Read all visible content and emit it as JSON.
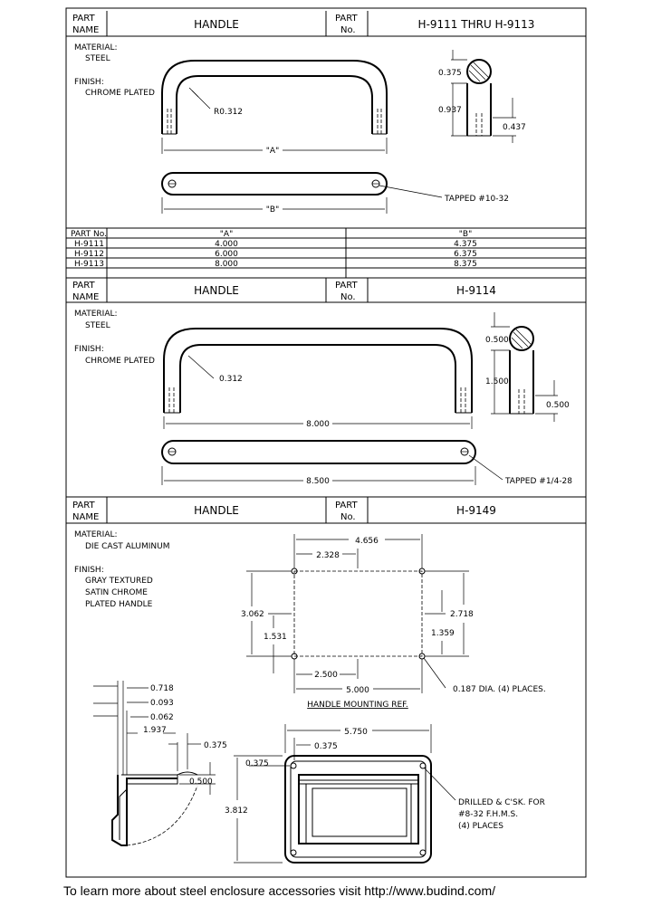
{
  "labels": {
    "part": "PART",
    "name": "NAME",
    "no": "No.",
    "material": "MATERIAL:",
    "finish": "FINISH:"
  },
  "block1": {
    "name": "HANDLE",
    "number": "H-9111  THRU  H-9113",
    "material": "STEEL",
    "finish": "CHROME PLATED",
    "radius": "R0.312",
    "dim_a": "\"A\"",
    "dim_b": "\"B\"",
    "tapped": "TAPPED #10-32",
    "side_top": "0.375",
    "side_height": "0.937",
    "side_right": "0.437",
    "table": {
      "headers": [
        "PART No.",
        "\"A\"",
        "\"B\""
      ],
      "rows": [
        [
          "H-9111",
          "4.000",
          "4.375"
        ],
        [
          "H-9112",
          "6.000",
          "6.375"
        ],
        [
          "H-9113",
          "8.000",
          "8.375"
        ]
      ]
    }
  },
  "block2": {
    "name": "HANDLE",
    "number": "H-9114",
    "material": "STEEL",
    "finish": "CHROME PLATED",
    "radius": "0.312",
    "dim_a": "8.000",
    "dim_b": "8.500",
    "tapped": "TAPPED #1/4-28",
    "side_top": "0.500",
    "side_height": "1.500",
    "side_right": "0.500"
  },
  "block3": {
    "name": "HANDLE",
    "number": "H-9149",
    "material": "DIE CAST ALUMINUM",
    "finish_lines": [
      "GRAY TEXTURED",
      "SATIN CHROME",
      "PLATED HANDLE"
    ],
    "mount": {
      "width_total": "4.656",
      "width_half_top": "2.328",
      "height_total": "3.062",
      "height_half": "1.531",
      "right_total": "2.718",
      "right_half": "1.359",
      "bottom_half": "2.500",
      "bottom_total": "5.000",
      "holes": "0.187 DIA. (4) PLACES.",
      "caption": "HANDLE MOUNTING REF."
    },
    "side": {
      "d1": "0.718",
      "d2": "0.093",
      "d3": "0.062",
      "d4": "1.937",
      "d5": "0.375",
      "d6": "0.500"
    },
    "front": {
      "width": "5.750",
      "inset_top": "0.375",
      "inset_left": "0.375",
      "height": "3.812",
      "note": [
        "DRILLED & C'SK. FOR",
        "#8-32 F.H.M.S.",
        "(4) PLACES"
      ]
    }
  },
  "footer": "To learn more about steel enclosure accessories visit http://www.budind.com/"
}
